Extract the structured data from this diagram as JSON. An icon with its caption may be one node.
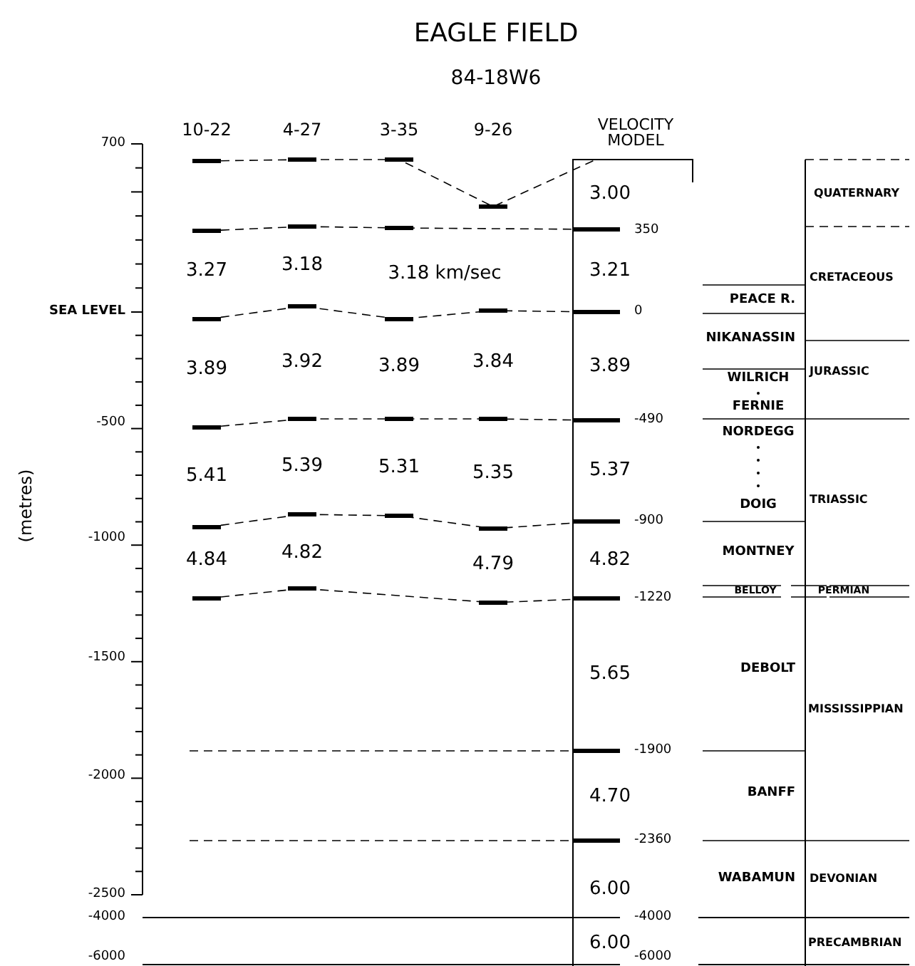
{
  "diagram": {
    "title": "EAGLE FIELD",
    "labels": [
      "84-18W6",
      "10-22",
      "4-27",
      "3-35",
      "9-26",
      "VELOCITY MODEL",
      "700",
      "3.00",
      "QUATERNARY",
      "350",
      "3.27",
      "3.18",
      "3.18 km/sec",
      "3.21",
      "CRETACEOUS",
      "PEACE R.",
      "SEA LEVEL",
      "0",
      "NIKANASSIN",
      "3.89",
      "3.92",
      "3.89",
      "3.84",
      "3.89",
      "JURASSIC",
      "WILRICH",
      "FERNIE",
      "-500",
      "-490",
      "NORDEGG",
      "5.41",
      "5.39",
      "5.31",
      "5.35",
      "5.37",
      "(metres)",
      "DOIG",
      "TRIASSIC",
      "-900",
      "-1000",
      "4.84",
      "4.82",
      "4.79",
      "4.82",
      "MONTNEY",
      "BELLOY",
      "PERMIAN",
      "-1220",
      "-1500",
      "DEBOLT",
      "5.65",
      "MISSISSIPPIAN",
      "-1900",
      "-2000",
      "4.70",
      "BANFF",
      "-2360",
      "-2500",
      "WABAMUN",
      "6.00",
      "DEVONIAN",
      "-4000",
      "-4000",
      "6.00",
      "PRECAMBRIAN",
      "-6000",
      "-6000"
    ]
  }
}
